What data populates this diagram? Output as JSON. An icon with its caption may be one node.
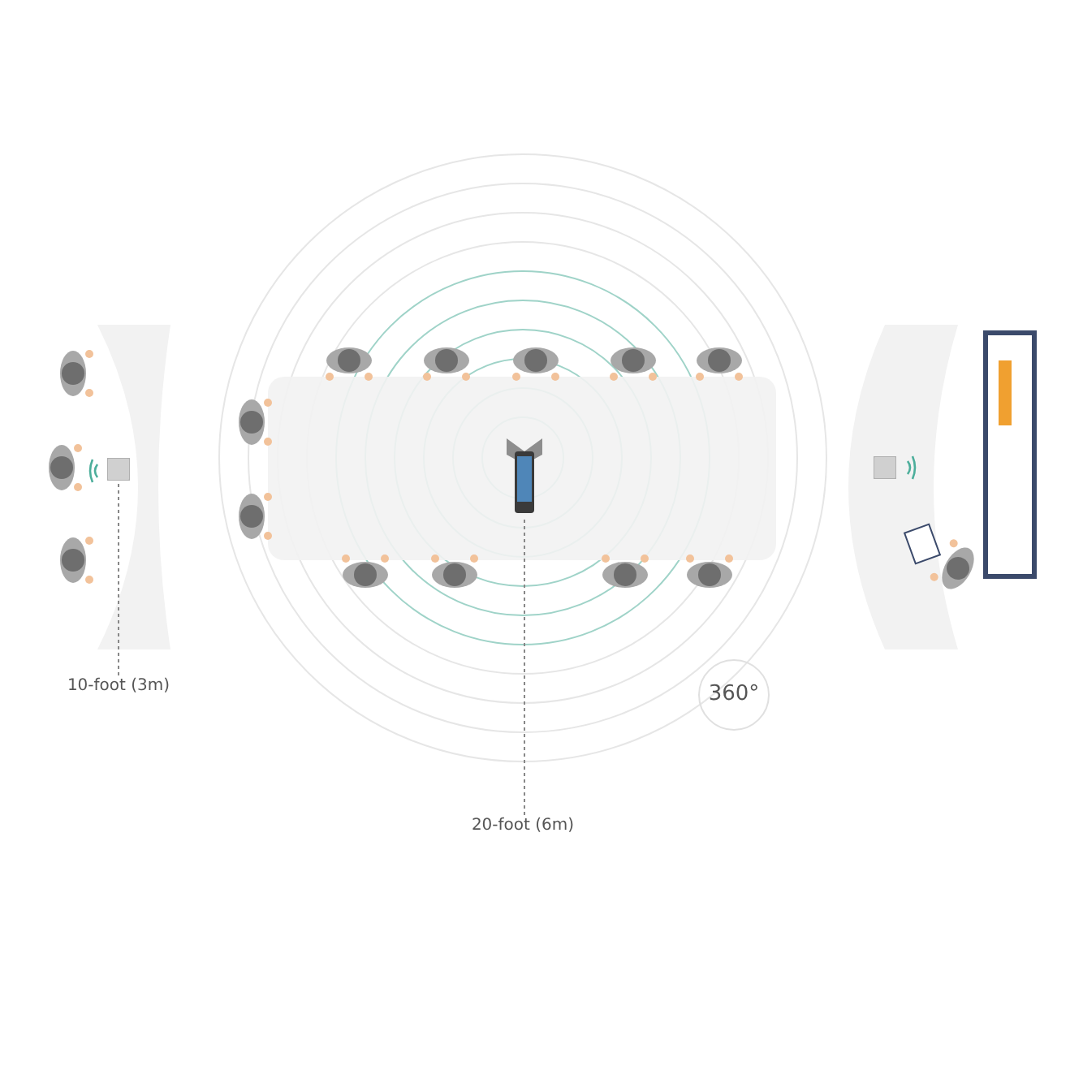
{
  "diagram": {
    "nodes": [
      {
        "text": [
          "10-foot (3m)"
        ]
      },
      {
        "text": [],
        "shape": "box"
      },
      {
        "text": [],
        "shape": "picture"
      },
      {
        "text": [
          "20-foot (6m)"
        ]
      },
      {
        "text": [
          "360°"
        ]
      },
      {
        "text": [],
        "shape": "box"
      }
    ],
    "edges": [
      {
        "from": 0,
        "to": 1,
        "arrow": "none",
        "style": "dashed"
      },
      {
        "from": 3,
        "to": 2,
        "arrow": "none",
        "style": "dashed"
      }
    ]
  }
}
